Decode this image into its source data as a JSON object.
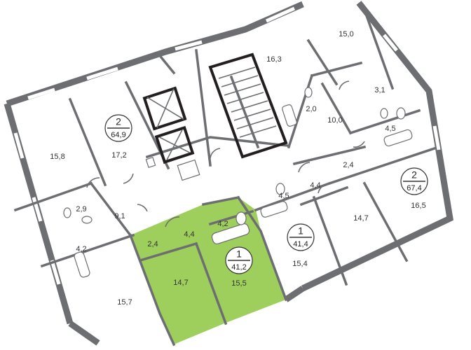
{
  "apartments": [
    {
      "id": "apt-1-selected",
      "number": "1",
      "area": "41,2",
      "color": "#8dc63f",
      "selected": true
    },
    {
      "id": "apt-1-right",
      "number": "1",
      "area": "41,4"
    },
    {
      "id": "apt-2-left",
      "number": "2",
      "area": "64,9"
    },
    {
      "id": "apt-2-right",
      "number": "2",
      "area": "67,4"
    }
  ],
  "rooms": [
    "15,0",
    "16,3",
    "3,1",
    "2,0",
    "10,0",
    "4,5",
    "15,8",
    "17,2",
    "2,4",
    "2,9",
    "9,1",
    "4,4",
    "4,5",
    "14,7",
    "16,5",
    "4,2",
    "2,4",
    "4,4",
    "4,2",
    "15,4",
    "14,7",
    "15,5",
    "15,7"
  ]
}
